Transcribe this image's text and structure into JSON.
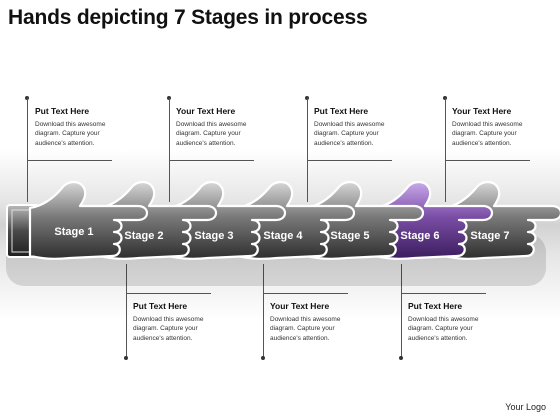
{
  "title": "Hands depicting 7 Stages in process",
  "stages": [
    "Stage 1",
    "Stage 2",
    "Stage 3",
    "Stage 4",
    "Stage 5",
    "Stage 6",
    "Stage 7"
  ],
  "highlight_color": "#7b4ea6",
  "callouts_top": [
    {
      "heading": "Put Text Here",
      "body": "Download this awesome diagram. Capture your audience's attention."
    },
    {
      "heading": "Your Text Here",
      "body": "Download this awesome diagram. Capture your audience's attention."
    },
    {
      "heading": "Put Text Here",
      "body": "Download this awesome diagram. Capture your audience's attention."
    },
    {
      "heading": "Your Text Here",
      "body": "Download this awesome diagram. Capture your audience's attention."
    }
  ],
  "callouts_bottom": [
    {
      "heading": "Put Text Here",
      "body": "Download this awesome diagram. Capture your audience's attention."
    },
    {
      "heading": "Your Text Here",
      "body": "Download this awesome diagram. Capture your audience's attention."
    },
    {
      "heading": "Put Text Here",
      "body": "Download this awesome diagram. Capture your audience's attention."
    }
  ],
  "logo": "Your Logo"
}
